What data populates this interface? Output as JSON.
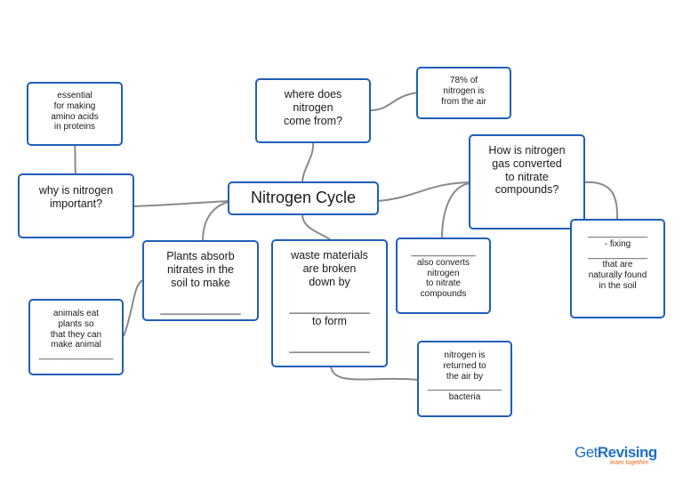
{
  "central": {
    "label": "Nitrogen Cycle"
  },
  "nodes": {
    "essential": {
      "lines": [
        "essential",
        "for making",
        "amino acids",
        "in proteins"
      ]
    },
    "why": {
      "lines": [
        "why is nitrogen",
        "important?"
      ]
    },
    "where": {
      "lines": [
        "where does",
        "nitrogen",
        "come from?"
      ]
    },
    "air": {
      "lines": [
        "78% of",
        "nitrogen is",
        "from the air"
      ]
    },
    "how": {
      "lines": [
        "How is nitrogen",
        "gas converted",
        "to nitrate",
        "compounds?"
      ]
    },
    "fixing": {
      "lines": [
        "____________",
        "- fixing",
        "____________",
        "that are",
        "naturally found",
        "in the soil"
      ]
    },
    "also": {
      "lines": [
        "_____________",
        "also converts",
        "nitrogen",
        "to nitrate",
        "compounds"
      ]
    },
    "plants": {
      "lines": [
        "Plants absorb",
        "nitrates in the",
        "soil to make",
        "",
        "_____________"
      ]
    },
    "waste": {
      "lines": [
        "waste materials",
        "are broken",
        "down by",
        "",
        "_____________",
        "to form",
        "",
        "_____________"
      ]
    },
    "animals": {
      "lines": [
        "animals eat",
        "plants so",
        "that they can",
        "make animal",
        "_______________"
      ]
    },
    "returned": {
      "lines": [
        "nitrogen is",
        "returned to",
        "the air by",
        "_______________",
        "bacteria"
      ]
    }
  },
  "logo": {
    "get": "Get",
    "revising": "Revising",
    "tagline": "learn together"
  }
}
